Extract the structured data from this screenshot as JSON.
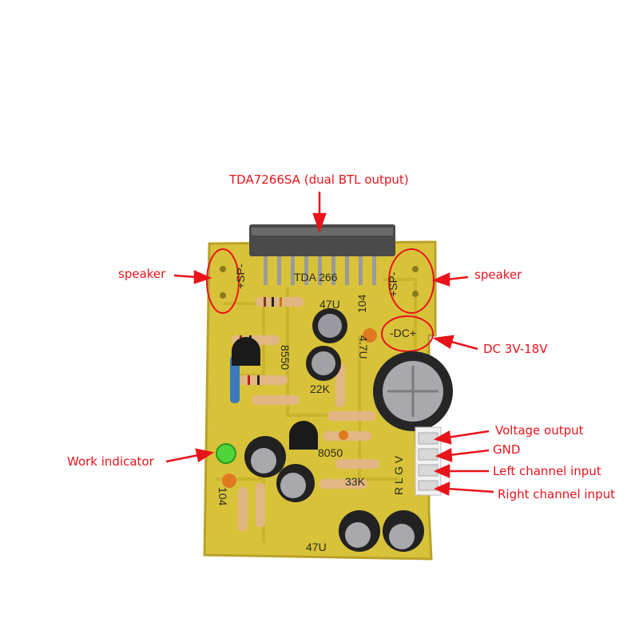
{
  "labels": {
    "chip": "TDA7266SA (dual BTL output)",
    "speaker_left": "speaker",
    "speaker_right": "speaker",
    "dc": "DC 3V-18V",
    "voltage_output": "Voltage output",
    "gnd": "GND",
    "left_input": "Left channel input",
    "right_input": "Right channel input",
    "work_indicator": "Work indicator"
  },
  "silkscreen": {
    "sp_left": "+SP-",
    "sp_right": "+SP-",
    "dc": "-DC+",
    "chip": "TDA 266",
    "cap_47u_top": "47U",
    "cap_47u_bottom": "47U",
    "transistor_8550": "8550",
    "transistor_8050": "8050",
    "res_22k": "22K",
    "res_33k": "33K",
    "cap_104_top": "104",
    "cap_104_left": "104",
    "cap_47u_side": "4.7U",
    "connector": "R L G V"
  },
  "colors": {
    "callout": "#e8141b",
    "board": "#d8c23a",
    "board_edge": "#b9a228"
  }
}
